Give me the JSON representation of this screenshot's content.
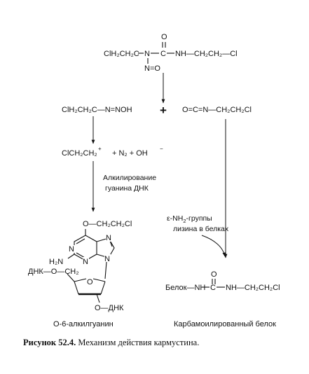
{
  "carmustine": {
    "o_label": "O",
    "left_chain": "ClH₂CH₂C",
    "n_label": "N",
    "c_label": "C",
    "right_chain": "NH—CH₂CH₂—Cl",
    "nitroso": "N=O"
  },
  "products": {
    "diazohydroxide": "ClH₂CH₂C—N=NOH",
    "plus": "+",
    "isocyanate": "O=C=N—CH₂CH₂Cl"
  },
  "carbocation": {
    "ion": "ClCH₂CH₂",
    "charge": "+",
    "n2": "+  N₂  +  OH",
    "oh_charge": "−"
  },
  "alkylation": {
    "line1": "Алкилирование",
    "line2": "гуанина ДНК"
  },
  "lysine": {
    "line1_prefix": "ε-NH",
    "line1_sub": "2",
    "line1_suffix": "-группы",
    "line2": "лизина в белках"
  },
  "guanine": {
    "substituent": "O—CH₂CH₂Cl",
    "n_left": "N",
    "n_right": "N",
    "n_bottom": "N",
    "n_glyco": "N",
    "amine": "H₂N",
    "sugar_left": "ДНК—O—CH₂",
    "sugar_o": "O",
    "sugar_bottom": "O—ДНК",
    "name": "O-6-алкилгуанин"
  },
  "protein": {
    "o_label": "O",
    "left": "Белок—NH",
    "c_label": "C",
    "right": "NH—CH₂CH₂Cl",
    "name": "Карбамоилированный белок"
  },
  "caption": {
    "label": "Рисунок 52.4.",
    "text": " Механизм действия кармустина."
  }
}
